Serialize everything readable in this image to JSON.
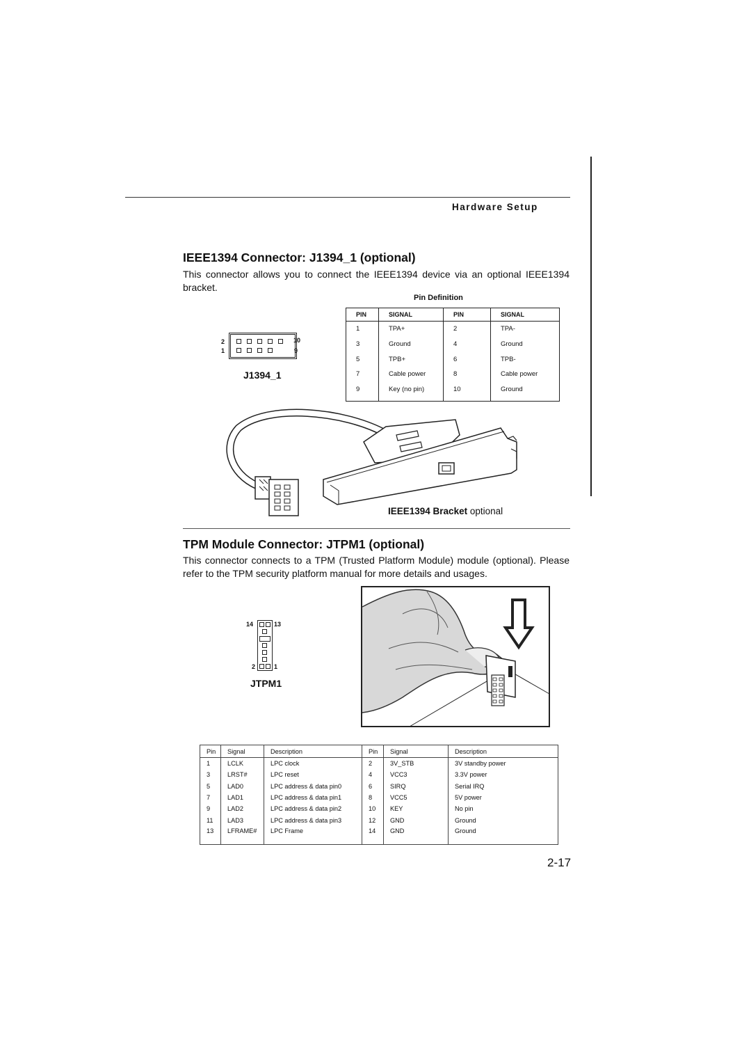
{
  "header": {
    "section": "Hardware Setup"
  },
  "ieee": {
    "heading": "IEEE1394 Connector: J1394_1 (optional)",
    "text": "This connector allows you to connect the IEEE1394 device via an optional IEEE1394 bracket.",
    "connector_label": "J1394_1",
    "pin_labels": {
      "top_left": "2",
      "bottom_left": "1",
      "top_right": "10",
      "bottom_right": "9"
    },
    "table_title": "Pin Definition",
    "table_headers": [
      "PIN",
      "SIGNAL",
      "PIN",
      "SIGNAL"
    ],
    "rows": [
      [
        "1",
        "TPA+",
        "2",
        "TPA-"
      ],
      [
        "3",
        "Ground",
        "4",
        "Ground"
      ],
      [
        "5",
        "TPB+",
        "6",
        "TPB-"
      ],
      [
        "7",
        "Cable power",
        "8",
        "Cable power"
      ],
      [
        "9",
        "Key (no pin)",
        "10",
        "Ground"
      ]
    ],
    "bracket_caption_bold": "IEEE1394 Bracket",
    "bracket_caption_normal": "optional"
  },
  "tpm": {
    "heading": "TPM Module Connector: JTPM1 (optional)",
    "text": "This connector connects to a TPM (Trusted Platform Module) module (optional). Please refer to the TPM security platform manual for more details and usages.",
    "connector_label": "JTPM1",
    "pin_labels": {
      "top_left": "14",
      "top_right": "13",
      "bottom_left": "2",
      "bottom_right": "1"
    },
    "table_headers": [
      "Pin",
      "Signal",
      "Description",
      "Pin",
      "Signal",
      "Description"
    ],
    "rows": [
      [
        "1",
        "LCLK",
        "LPC clock",
        "2",
        "3V_STB",
        "3V standby power"
      ],
      [
        "3",
        "LRST#",
        "LPC reset",
        "4",
        "VCC3",
        "3.3V power"
      ],
      [
        "5",
        "LAD0",
        "LPC address & data pin0",
        "6",
        "SIRQ",
        "Serial IRQ"
      ],
      [
        "7",
        "LAD1",
        "LPC address & data pin1",
        "8",
        "VCC5",
        "5V power"
      ],
      [
        "9",
        "LAD2",
        "LPC address & data pin2",
        "10",
        "KEY",
        "No pin"
      ],
      [
        "11",
        "LAD3",
        "LPC address & data pin3",
        "12",
        "GND",
        "Ground"
      ],
      [
        "13",
        "LFRAME#",
        "LPC Frame",
        "14",
        "GND",
        "Ground"
      ]
    ]
  },
  "page_number": "2-17"
}
